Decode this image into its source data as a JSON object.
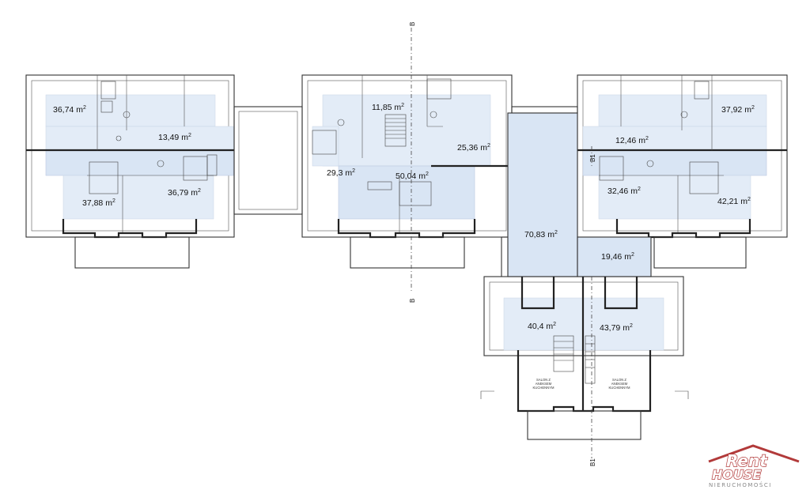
{
  "rooms": {
    "r1": "36,74 m",
    "r2": "13,49 m",
    "r3": "37,88 m",
    "r4": "36,79 m",
    "r5": "11,85 m",
    "r6": "25,36 m",
    "r7": "29,3 m",
    "r8": "50,04 m",
    "r9": "70,83 m",
    "r10": "19,46 m",
    "r11": "37,92 m",
    "r12": "12,46 m",
    "r13": "32,46 m",
    "r14": "42,21 m",
    "r15": "40,4 m",
    "r16": "43,79 m"
  },
  "area_unit_exponent": "2",
  "section_labels": {
    "b_top": "B",
    "b_bottom": "B",
    "b1_top": "B1",
    "b1_bottom": "B1"
  },
  "salon_label_left": [
    "SALON Z",
    "ANEKSEM",
    "KUCHENNYM"
  ],
  "salon_label_right": [
    "SALON Z",
    "ANEKSEM",
    "KUCHENNYM"
  ],
  "logo": {
    "word1": "Rent",
    "word2": "HOUSE",
    "tagline": "NIERUCHOMOŚCI",
    "accent_color": "#b23a3a"
  }
}
